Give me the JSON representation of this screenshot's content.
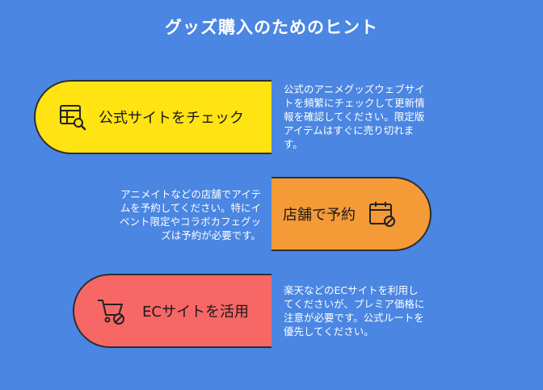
{
  "title": "グッズ購入のためのヒント",
  "tips": [
    {
      "label": "公式サイトをチェック",
      "icon": "website-search-icon",
      "color": "#ffe312",
      "description": [
        "公式のアニメグッズウェブサイ",
        "トを頻繁にチェックして更新情",
        "報を確認してください。限定版",
        "アイテムはすぐに売り切れま",
        "す。"
      ]
    },
    {
      "label": "店舗で予約",
      "icon": "calendar-blocked-icon",
      "color": "#f49a37",
      "description": [
        "アニメイトなどの店舗でアイテ",
        "ムを予約してください。特にイ",
        "ベント限定やコラボカフェグッ",
        "ズは予約が必要です。"
      ]
    },
    {
      "label": "ECサイトを活用",
      "icon": "shopping-cart-blocked-icon",
      "color": "#f76766",
      "description": [
        "楽天などのECサイトを利用し",
        "てくださいが、プレミア価格に",
        "注意が必要です。公式ルートを",
        "優先してください。"
      ]
    }
  ]
}
